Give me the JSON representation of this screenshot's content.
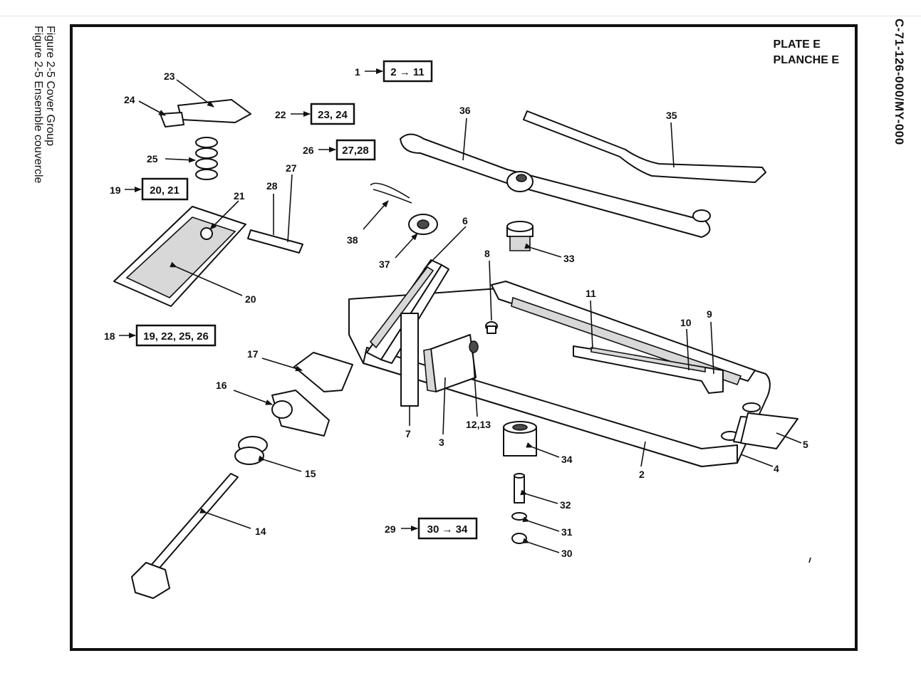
{
  "caption": {
    "line1": "Figure 2-5   Cover Group",
    "line2": "Figure 2-5   Ensemble couvercle"
  },
  "doc_code": "C-71-126-000/MY-000",
  "plate": {
    "en": "PLATE E",
    "fr": "PLANCHE E"
  },
  "groups": [
    {
      "id": "g1",
      "ref": "1",
      "contents": "2 → 11"
    },
    {
      "id": "g22",
      "ref": "22",
      "contents": "23, 24"
    },
    {
      "id": "g26",
      "ref": "26",
      "contents": "27,28"
    },
    {
      "id": "g19",
      "ref": "19",
      "contents": "20, 21"
    },
    {
      "id": "g18",
      "ref": "18",
      "contents": "19, 22, 25, 26"
    },
    {
      "id": "g29",
      "ref": "29",
      "contents": "30 → 34"
    }
  ],
  "callouts": {
    "c2": "2",
    "c3": "3",
    "c4": "4",
    "c5": "5",
    "c6": "6",
    "c7": "7",
    "c8": "8",
    "c9": "9",
    "c10": "10",
    "c11": "11",
    "c12": "12,13",
    "c14": "14",
    "c15": "15",
    "c16": "16",
    "c17": "17",
    "c20": "20",
    "c21": "21",
    "c23": "23",
    "c24": "24",
    "c25": "25",
    "c27": "27",
    "c28": "28",
    "c30": "30",
    "c31": "31",
    "c32": "32",
    "c33": "33",
    "c34": "34",
    "c35": "35",
    "c36": "36",
    "c37": "37",
    "c38": "38"
  }
}
